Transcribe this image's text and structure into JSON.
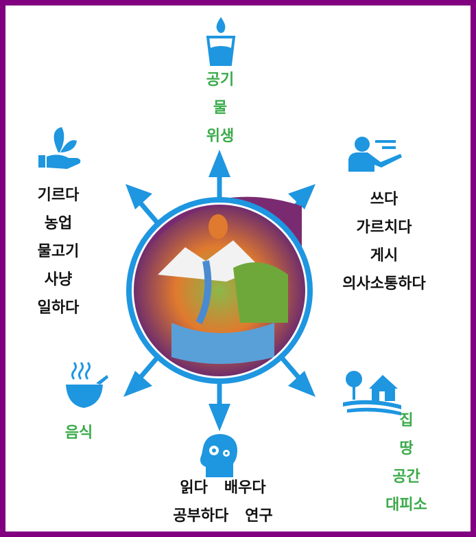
{
  "colors": {
    "accent": "#1e96e0",
    "green": "#3aaa4a",
    "border": "#800080"
  },
  "top": {
    "icon": "water-glass-icon",
    "items": [
      "공기",
      "물",
      "위생"
    ]
  },
  "top_right": {
    "icon": "teacher-icon",
    "items": [
      "쓰다",
      "가르치다",
      "게시",
      "의사소통하다"
    ]
  },
  "top_left": {
    "icon": "plant-hand-icon",
    "items": [
      "기르다",
      "농업",
      "물고기",
      "사냥",
      "일하다"
    ]
  },
  "bottom_left": {
    "icon": "food-bowl-icon",
    "items": [
      "음식"
    ]
  },
  "bottom_right": {
    "icon": "house-tree-icon",
    "items": [
      "집",
      "땅",
      "공간",
      "대피소"
    ]
  },
  "bottom": {
    "icon": "head-gears-icon",
    "row1": [
      "읽다",
      "배우다"
    ],
    "row2": [
      "공부하다",
      "연구"
    ]
  }
}
